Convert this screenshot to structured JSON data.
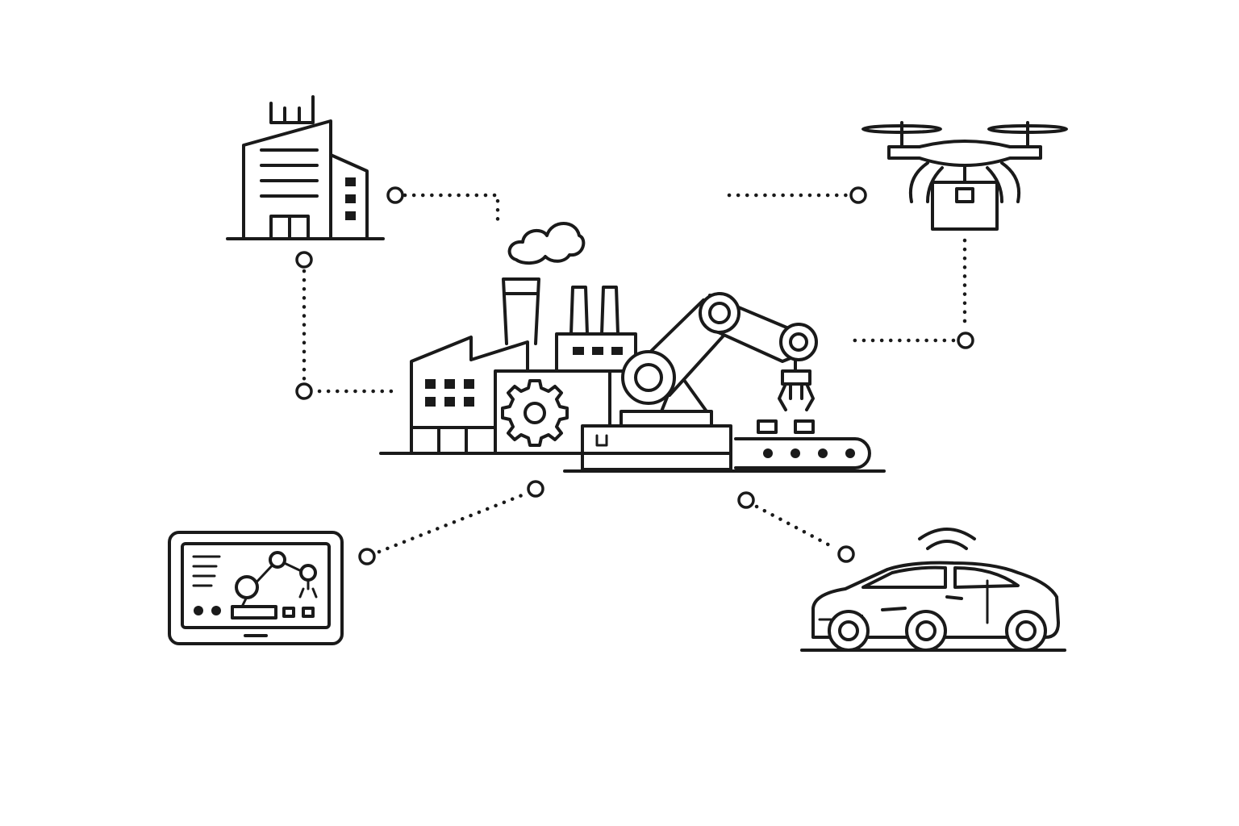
{
  "colors": {
    "ink": "#1a1a1a",
    "background": "#ffffff"
  },
  "diagram": {
    "hub": {
      "icon": "smart-factory-icon",
      "parts": [
        "factory-building-icon",
        "gear-icon",
        "robotic-arm-icon",
        "conveyor-belt-icon"
      ]
    },
    "satellites": [
      {
        "icon": "office-building-icon",
        "position": "top-left"
      },
      {
        "icon": "delivery-drone-icon",
        "position": "top-right"
      },
      {
        "icon": "tablet-robot-monitor-icon",
        "position": "bottom-left"
      },
      {
        "icon": "connected-car-icon",
        "position": "bottom-right"
      }
    ],
    "connectors": [
      {
        "from": "office-building-icon",
        "to": "smart-factory-icon",
        "style": "dotted"
      },
      {
        "from": "office-building-icon",
        "to": "smart-factory-icon",
        "style": "dotted"
      },
      {
        "from": "delivery-drone-icon",
        "to": "smart-factory-icon",
        "style": "dotted"
      },
      {
        "from": "delivery-drone-icon",
        "to": "smart-factory-icon",
        "style": "dotted"
      },
      {
        "from": "tablet-robot-monitor-icon",
        "to": "smart-factory-icon",
        "style": "dotted"
      },
      {
        "from": "connected-car-icon",
        "to": "smart-factory-icon",
        "style": "dotted"
      }
    ]
  }
}
